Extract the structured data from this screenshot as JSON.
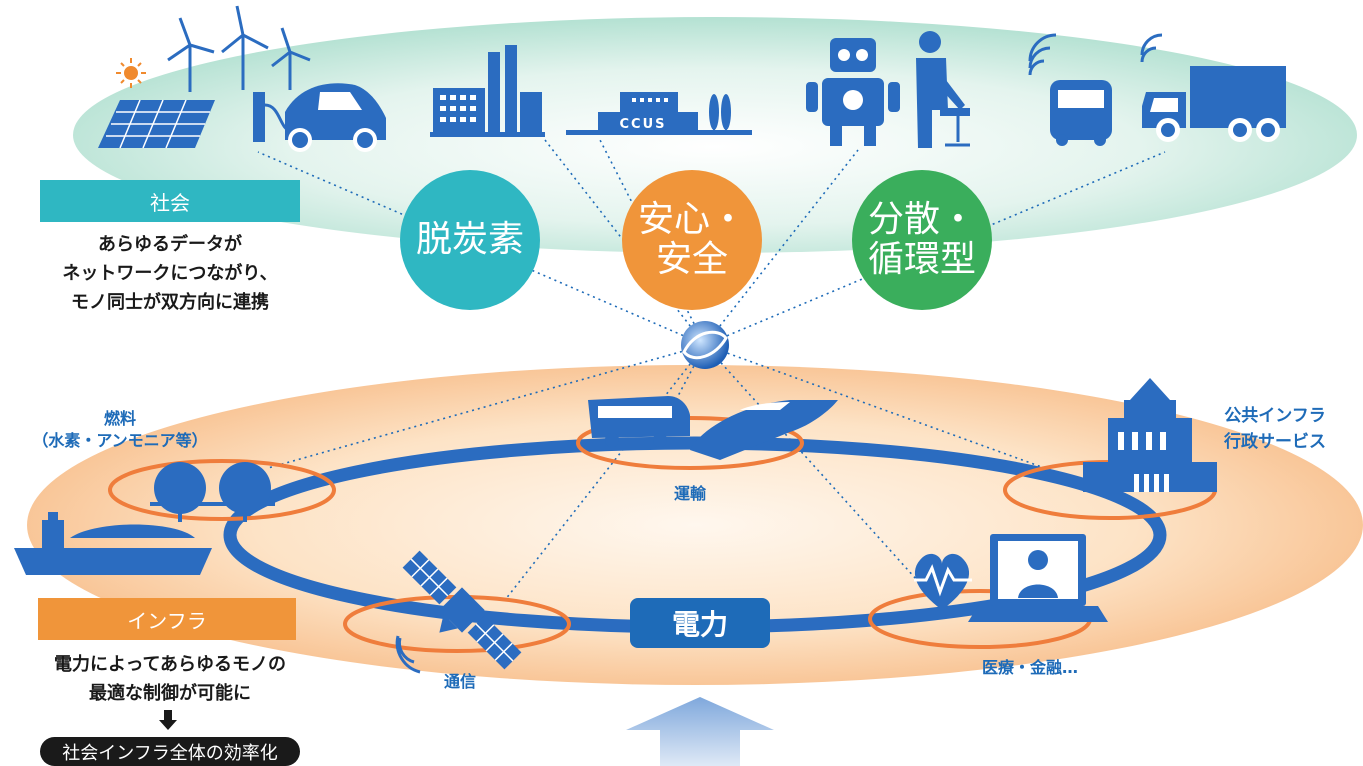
{
  "society": {
    "tag": "社会",
    "desc": [
      "あらゆるデータが",
      "ネットワークにつながり、",
      "モノ同士が双方向に連携"
    ]
  },
  "values": {
    "decarbon": "脱炭素",
    "safety": [
      "安心・",
      "安全"
    ],
    "circular": [
      "分散・",
      "循環型"
    ]
  },
  "icons": {
    "ccus": "CCUS"
  },
  "nodes": {
    "fuel": [
      "燃料",
      "（水素・アンモニア等）"
    ],
    "transport": "運輸",
    "public": [
      "公共インフラ",
      "行政サービス"
    ],
    "comm": "通信",
    "medical": "医療・金融…",
    "power": "電力"
  },
  "infra": {
    "tag": "インフラ",
    "desc": [
      "電力によってあらゆるモノの",
      "最適な制御が可能に"
    ],
    "result": "社会インフラ全体の効率化"
  },
  "colors": {
    "teal": "#2fb7c2",
    "orange": "#f0953a",
    "green": "#3aae5c",
    "blue": "#1e6bb8",
    "ring": "#ef7d3c"
  }
}
